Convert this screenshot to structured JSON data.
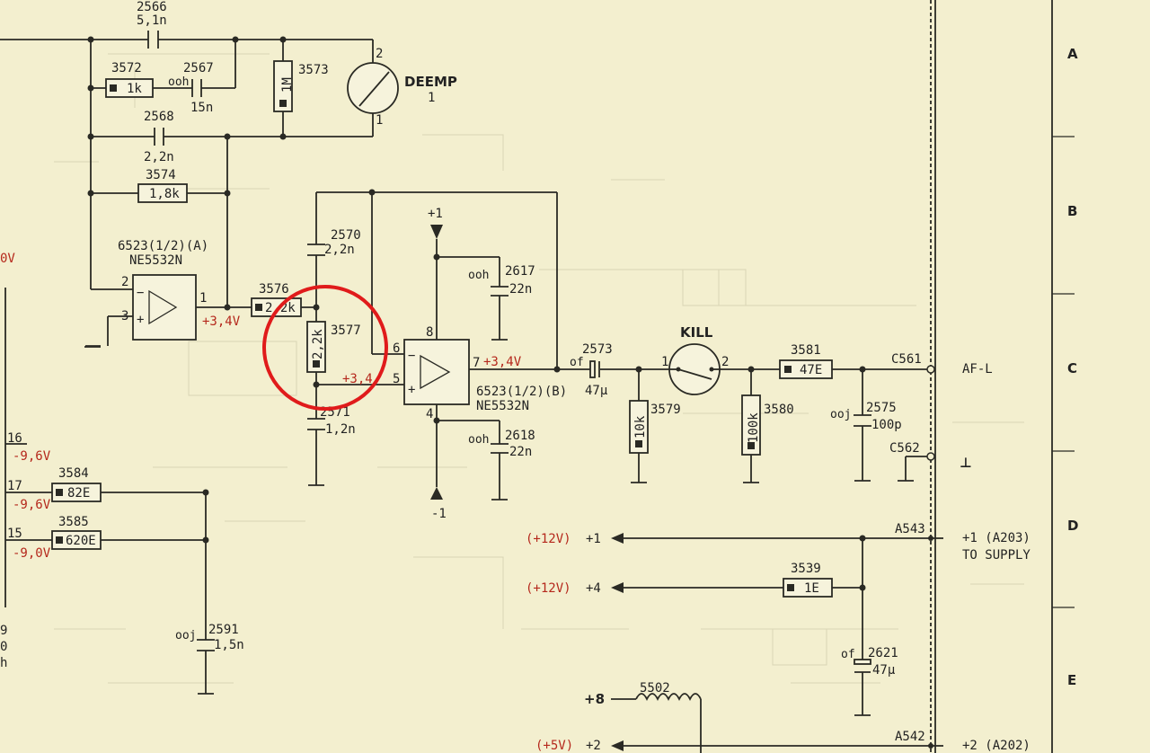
{
  "components": {
    "c2566": {
      "ref": "2566",
      "value": "5,1n"
    },
    "r3572": {
      "ref": "3572",
      "value": "1k"
    },
    "c2567": {
      "ref": "2567",
      "mark": "ooh",
      "value": "15n"
    },
    "r3573": {
      "ref": "3573",
      "value": "1M"
    },
    "deemp": {
      "name": "DEEMP",
      "pin_top": "2",
      "pin_bottom": "1",
      "pin_label": "1"
    },
    "c2568": {
      "ref": "2568",
      "value": "2,2n"
    },
    "r3574": {
      "ref": "3574",
      "value": "1,8k"
    },
    "u6523a": {
      "ref": "6523(1/2)(A)",
      "type": "NE5532N",
      "pin_inv": "2",
      "pin_noninv": "3",
      "pin_out": "1",
      "out_voltage": "+3,4V"
    },
    "c2570": {
      "ref": "2570",
      "value": "2,2n"
    },
    "r3576": {
      "ref": "3576",
      "value": "2,2k"
    },
    "r3577": {
      "ref": "3577",
      "value": "2,2k"
    },
    "c2571": {
      "ref": "2571",
      "value": "1,2n"
    },
    "u6523b": {
      "ref": "6523(1/2)(B)",
      "type": "NE5532N",
      "pin_inv": "6",
      "pin_noninv": "5",
      "pin_out": "7",
      "pin_vplus": "8",
      "pin_vminus": "4",
      "in_voltage": "+3,4",
      "out_voltage": "+3,4V"
    },
    "c2617": {
      "ref": "2617",
      "mark": "ooh",
      "value": "22n"
    },
    "c2618": {
      "ref": "2618",
      "mark": "ooh",
      "value": "22n"
    },
    "supply_plus": "+1",
    "supply_minus": "-1",
    "c2573": {
      "ref": "2573",
      "mark": "of",
      "value": "47µ"
    },
    "r3579": {
      "ref": "3579",
      "value": "10k"
    },
    "kill": {
      "name": "KILL",
      "pin_left": "1",
      "pin_right": "2"
    },
    "r3580": {
      "ref": "3580",
      "value": "100k"
    },
    "r3581": {
      "ref": "3581",
      "value": "47E"
    },
    "c2575": {
      "ref": "2575",
      "mark": "ooj",
      "value": "100p"
    },
    "r3584": {
      "ref": "3584",
      "value": "82E"
    },
    "r3585": {
      "ref": "3585",
      "value": "620E"
    },
    "c2591": {
      "ref": "2591",
      "mark": "ooj",
      "value": "1,5n"
    },
    "r3539": {
      "ref": "3539",
      "value": "1E"
    },
    "c2621": {
      "ref": "2621",
      "mark": "of",
      "value": "47µ"
    },
    "l5502": {
      "ref": "5502"
    }
  },
  "connectors": {
    "c561": "C561",
    "afl": "AF-L",
    "c562": "C562",
    "ground_symbol": "⊥",
    "a543": "A543",
    "to_supply_1": "+1 (A203)",
    "to_supply_2": "TO SUPPLY",
    "a542": "A542",
    "a202": "+2 (A202)"
  },
  "nets": {
    "p16": "16",
    "p17": "17",
    "p15": "15",
    "v16": "-9,6V",
    "v17": "-9,6V",
    "v15": "-9,0V",
    "left_voltage": "0V",
    "left_9": "9",
    "left_0": "0",
    "left_h": "h",
    "rail1_v": "(+12V)",
    "rail1_n": "+1",
    "rail4_v": "(+12V)",
    "rail4_n": "+4",
    "rail8_n": "+8",
    "rail2_v": "(+5V)",
    "rail2_n": "+2"
  },
  "grid_rows": [
    "A",
    "B",
    "C",
    "D",
    "E"
  ]
}
